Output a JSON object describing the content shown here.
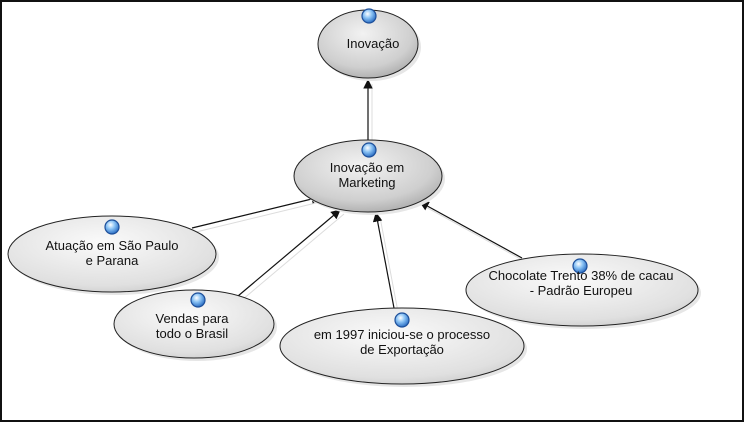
{
  "nodes": [
    {
      "id": "inovacao",
      "label": "Inovação"
    },
    {
      "id": "inovacao-marketing",
      "label": "Inovação em Marketing"
    },
    {
      "id": "atuacao",
      "label": "Atuação em São Paulo e Parana"
    },
    {
      "id": "vendas",
      "label": "Vendas para todo o Brasil"
    },
    {
      "id": "exportacao",
      "label": "em 1997 iniciou-se o processo de Exportação"
    },
    {
      "id": "chocolate",
      "label": "Chocolate Trento 38% de cacau - Padrão Europeu"
    }
  ],
  "edges": [
    {
      "from": "inovacao-marketing",
      "to": "inovacao"
    },
    {
      "from": "atuacao",
      "to": "inovacao-marketing"
    },
    {
      "from": "vendas",
      "to": "inovacao-marketing"
    },
    {
      "from": "exportacao",
      "to": "inovacao-marketing"
    },
    {
      "from": "chocolate",
      "to": "inovacao-marketing"
    }
  ],
  "colors": {
    "node_fill_light": "#f2f2f2",
    "node_fill_dark": "#cfcfcf",
    "node_fill_darker": "#a9a9a9",
    "node_stroke": "#222222",
    "edge": "#111111",
    "marker_fill": "#5aa0e8",
    "marker_stroke": "#1d4f9a"
  }
}
